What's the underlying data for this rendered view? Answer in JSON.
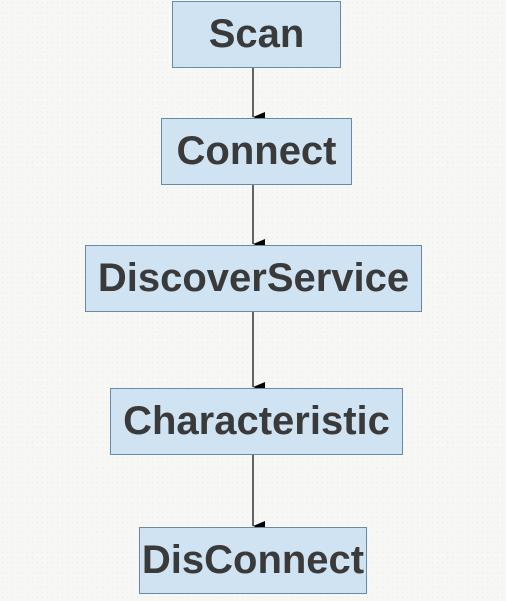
{
  "diagram": {
    "nodes": [
      {
        "id": "scan",
        "label": "Scan"
      },
      {
        "id": "connect",
        "label": "Connect"
      },
      {
        "id": "discover",
        "label": "DiscoverService"
      },
      {
        "id": "characteristic",
        "label": "Characteristic"
      },
      {
        "id": "disconnect",
        "label": "DisConnect"
      }
    ],
    "edges": [
      {
        "from": "scan",
        "to": "connect"
      },
      {
        "from": "connect",
        "to": "discover"
      },
      {
        "from": "discover",
        "to": "characteristic"
      },
      {
        "from": "characteristic",
        "to": "disconnect"
      }
    ],
    "colors": {
      "node_fill": "#cfe3f3",
      "node_border": "#6b8aa3",
      "text": "#3a3a3a",
      "arrow": "#000000"
    }
  }
}
